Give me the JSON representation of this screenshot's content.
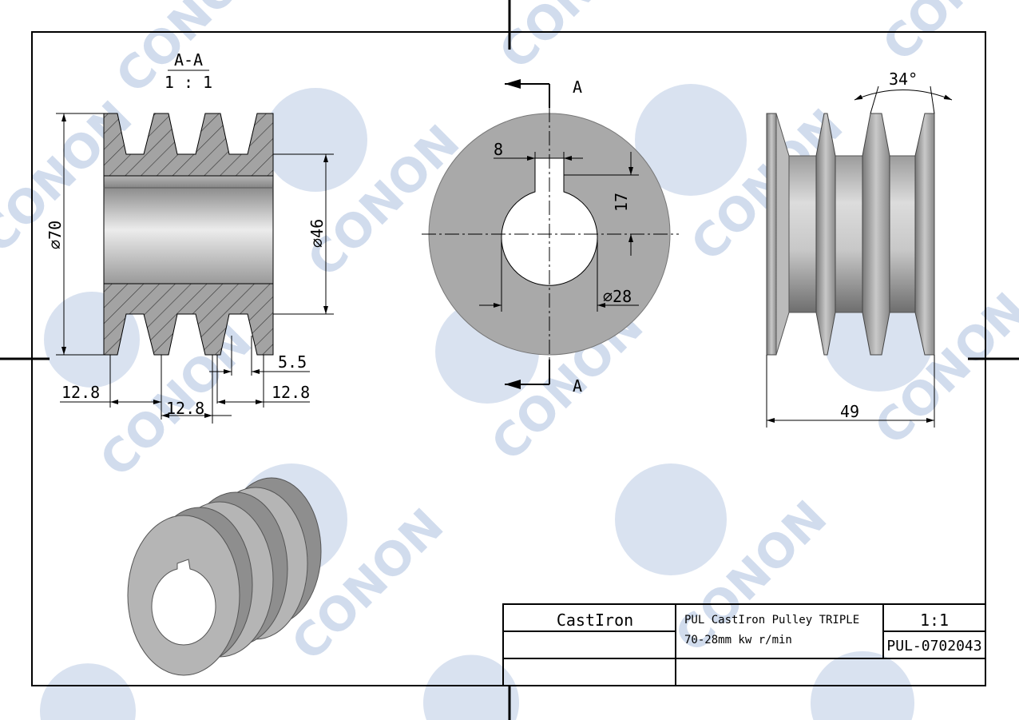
{
  "watermark": "CONON",
  "section_view": {
    "label": "A-A",
    "scale": "1 : 1",
    "dims": {
      "outer_dia": "⌀70",
      "bore_dia": "⌀46",
      "groove_width": "5.5",
      "pitch_left": "12.8",
      "pitch_mid": "12.8",
      "pitch_right": "12.8"
    }
  },
  "front_view": {
    "section_mark_top": "A",
    "section_mark_bottom": "A",
    "dims": {
      "key_width": "8",
      "key_height": "17",
      "bore_dia": "⌀28"
    }
  },
  "side_view": {
    "dims": {
      "groove_angle": "34°",
      "width": "49"
    }
  },
  "title_block": {
    "material": "CastIron",
    "description_line1": "PUL CastIron Pulley TRIPLE",
    "description_line2": "70-28mm kw r/min",
    "scale": "1:1",
    "part_number": "PUL-0702043"
  },
  "colors": {
    "metal": "#a9a9a9",
    "watermark": "#c9d6ea"
  }
}
